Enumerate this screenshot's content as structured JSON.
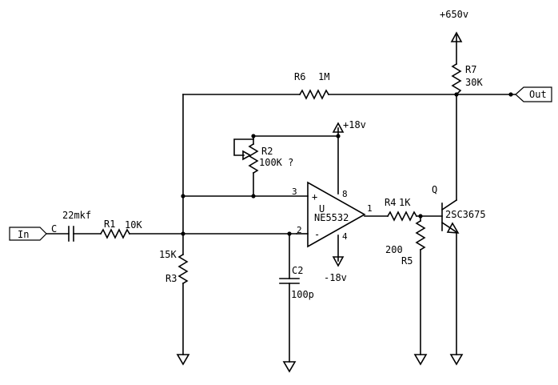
{
  "supply": {
    "hv": "+650v",
    "pos": "+18v",
    "neg": "-18v"
  },
  "ports": {
    "in": "In",
    "out": "Out"
  },
  "c_in": {
    "ref": "C",
    "value": "22mkf"
  },
  "r1": {
    "ref": "R1",
    "value": "10K"
  },
  "r3": {
    "ref": "R3",
    "value": "15K"
  },
  "r6": {
    "ref": "R6",
    "value": "1M"
  },
  "r7": {
    "ref": "R7",
    "value": "30K"
  },
  "r2": {
    "ref": "R2",
    "value": "100K ?"
  },
  "c2": {
    "ref": "C2",
    "value": "100p"
  },
  "opamp": {
    "ref": "U",
    "part": "NE5532",
    "pin3": "3",
    "pin2": "2",
    "pin8": "8",
    "pin4": "4",
    "pin1": "1",
    "plus": "+",
    "minus": "-"
  },
  "r4": {
    "ref": "R4",
    "value": "1K"
  },
  "r5": {
    "ref": "R5",
    "value": "200"
  },
  "q": {
    "ref": "Q",
    "part": "2SC3675"
  },
  "colors": {
    "wire": "#000000",
    "background": "#ffffff"
  }
}
